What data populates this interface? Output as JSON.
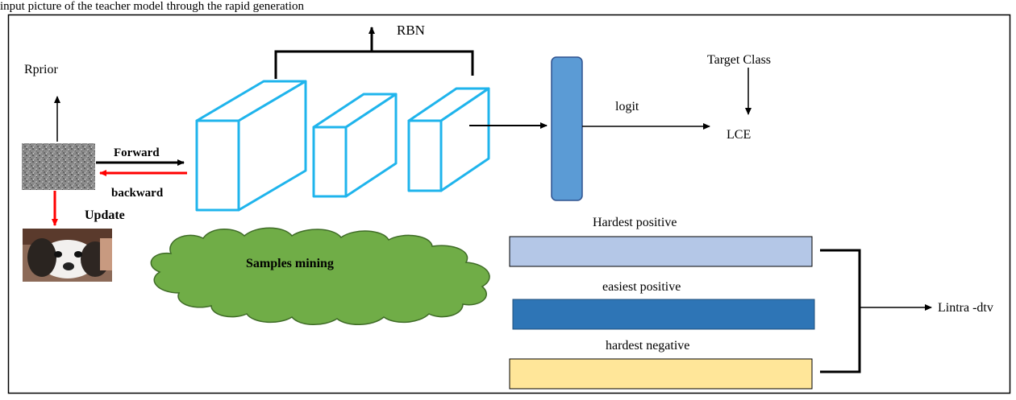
{
  "caption": "input picture of the teacher model through the rapid generation",
  "labels": {
    "rbn": "RBN",
    "rprior": "Rprior",
    "forward": "Forward",
    "backward": "backward",
    "update": "Update",
    "logit": "logit",
    "target_class": "Target Class",
    "lce": "LCE",
    "samples_mining": "Samples mining",
    "hardest_positive": "Hardest positive",
    "easiest_positive": "easiest positive",
    "hardest_negative": "hardest negative",
    "lintra": "Lintra -dtv"
  },
  "colors": {
    "block_outline": "#1fb4ec",
    "fc_layer": "#5b9bd5",
    "bar_hardest_positive": "#b4c7e7",
    "bar_easiest_positive": "#2e75b6",
    "bar_hardest_negative": "#ffe699",
    "cloud": "#70ad47",
    "backward_arrow": "#ff0000"
  }
}
